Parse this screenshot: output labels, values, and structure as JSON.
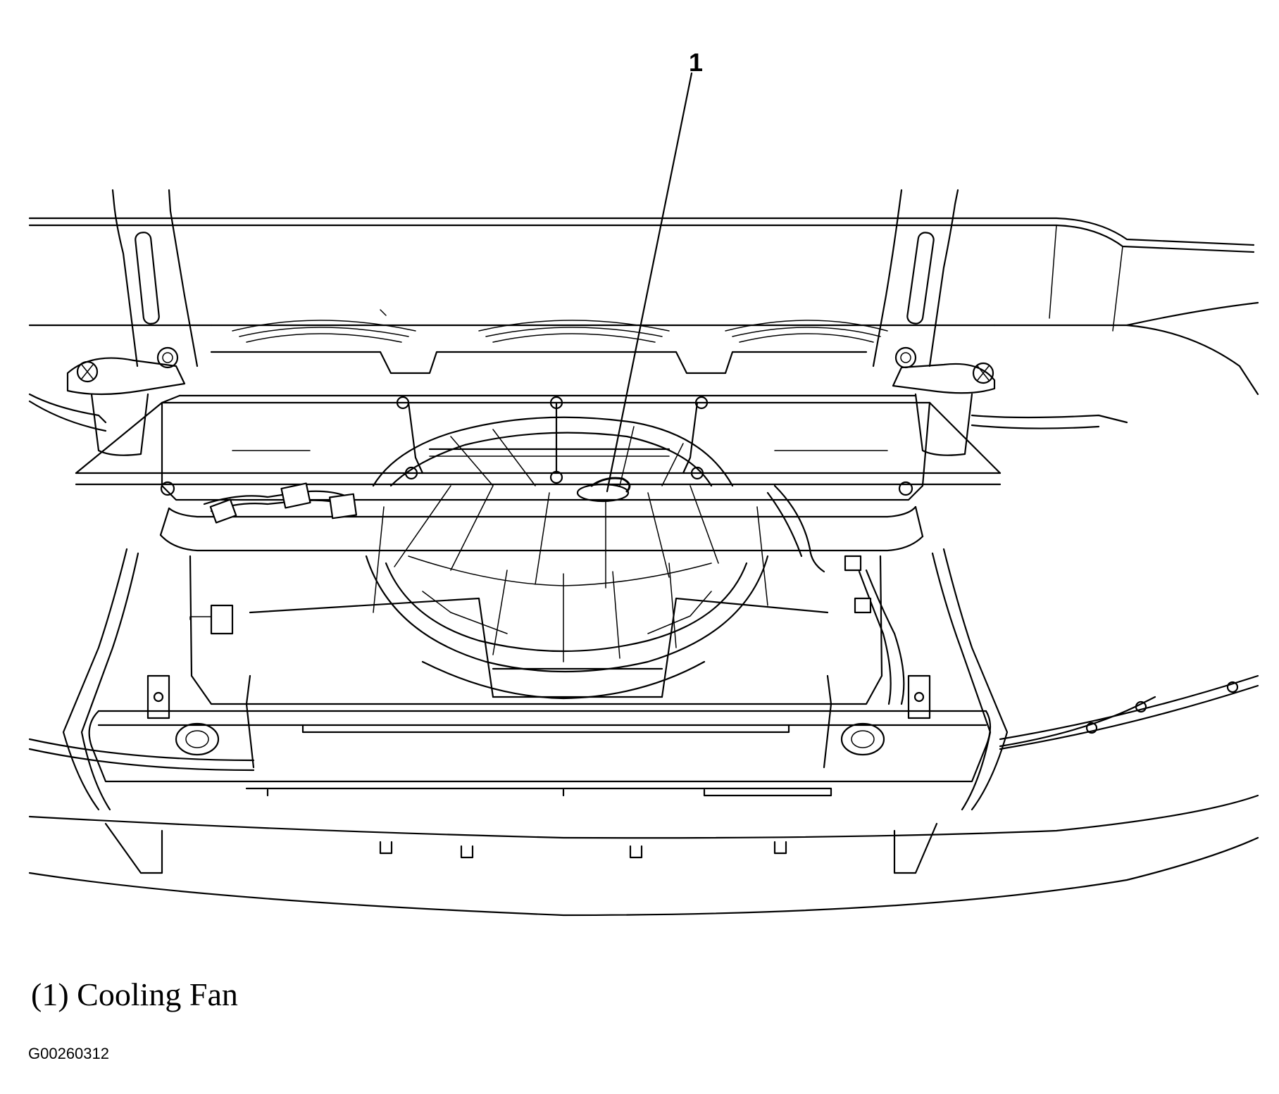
{
  "callout": {
    "number": "1"
  },
  "caption": {
    "text": "(1) Cooling Fan"
  },
  "figure_id": "G00260312",
  "colors": {
    "line": "#000000",
    "background": "#ffffff"
  }
}
